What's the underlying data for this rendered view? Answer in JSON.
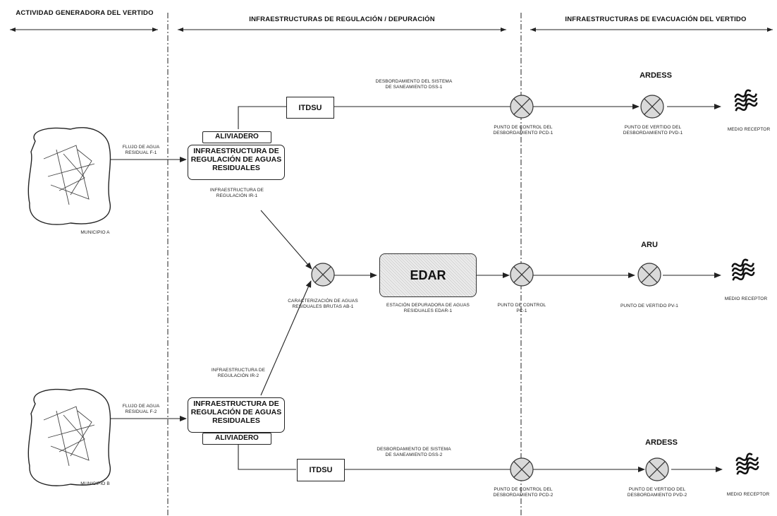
{
  "headers": {
    "activity": "ACTIVIDAD GENERADORA DEL VERTIDO",
    "regulation": "INFRAESTRUCTURAS DE REGULACIÓN / DEPURACIÓN",
    "evacuation": "INFRAESTRUCTURAS DE EVACUACIÓN DEL VERTIDO"
  },
  "municipalities": {
    "a": "MUNICIPIO A",
    "b": "MUNICIPIO B"
  },
  "flows": {
    "f1": "FLUJO DE AGUA RESIDUAL F-1",
    "f2": "FLUJO DE AGUA RESIDUAL F-2"
  },
  "regulation_infra": {
    "box_label": "INFRAESTRUCTURA DE REGULACIÓN DE AGUAS RESIDUALES",
    "overflow_label": "ALIVIADERO",
    "ir1": "INFRAESTRUCTURA DE REGULACIÓN IR-1",
    "ir2": "INFRAESTRUCTURA DE REGULACIÓN IR-2"
  },
  "itdsu": {
    "top": "ITDSU",
    "bottom": "ITDSU"
  },
  "overflows": {
    "dss1": "DESBORDAMIENTO DEL SISTEMA DE SANEAMIENTO DSS-1",
    "dss2": "DESBORDAMIENTO DE SISTEMA DE SANEAMIENTO DSS-2"
  },
  "control_points": {
    "pcd1": "PUNTO DE CONTROL DEL DESBORDAMIENTO PCD-1",
    "pcd2": "PUNTO DE CONTROL DEL DESBORDAMIENTO PCD-2",
    "pc1": "PUNTO DE CONTROL PC-1"
  },
  "discharge_points": {
    "pvd1": "PUNTO DE VERTIDO DEL DESBORDAMIENTO PVD-1",
    "pvd2": "PUNTO DE VERTIDO DEL DESBORDAMIENTO PVD-2",
    "pv1": "PUNTO DE VERTIDO PV-1"
  },
  "water_types": {
    "ardess_top": "ARDESS",
    "aru": "ARU",
    "ardess_bottom": "ARDESS"
  },
  "receptors": {
    "top": "MEDIO RECEPTOR",
    "middle": "MEDIO RECEPTOR",
    "bottom": "MEDIO RECEPTOR"
  },
  "raw_water": "CARACTERIZACIÓN DE AGUAS RESIDUALES BRUTAS AB-1",
  "edar": {
    "box": "EDAR",
    "caption": "ESTACIÓN DEPURADORA DE AGUAS RESIDUALES EDAR-1"
  },
  "colors": {
    "node_fill": "#d9d9d9",
    "line": "#222222"
  }
}
